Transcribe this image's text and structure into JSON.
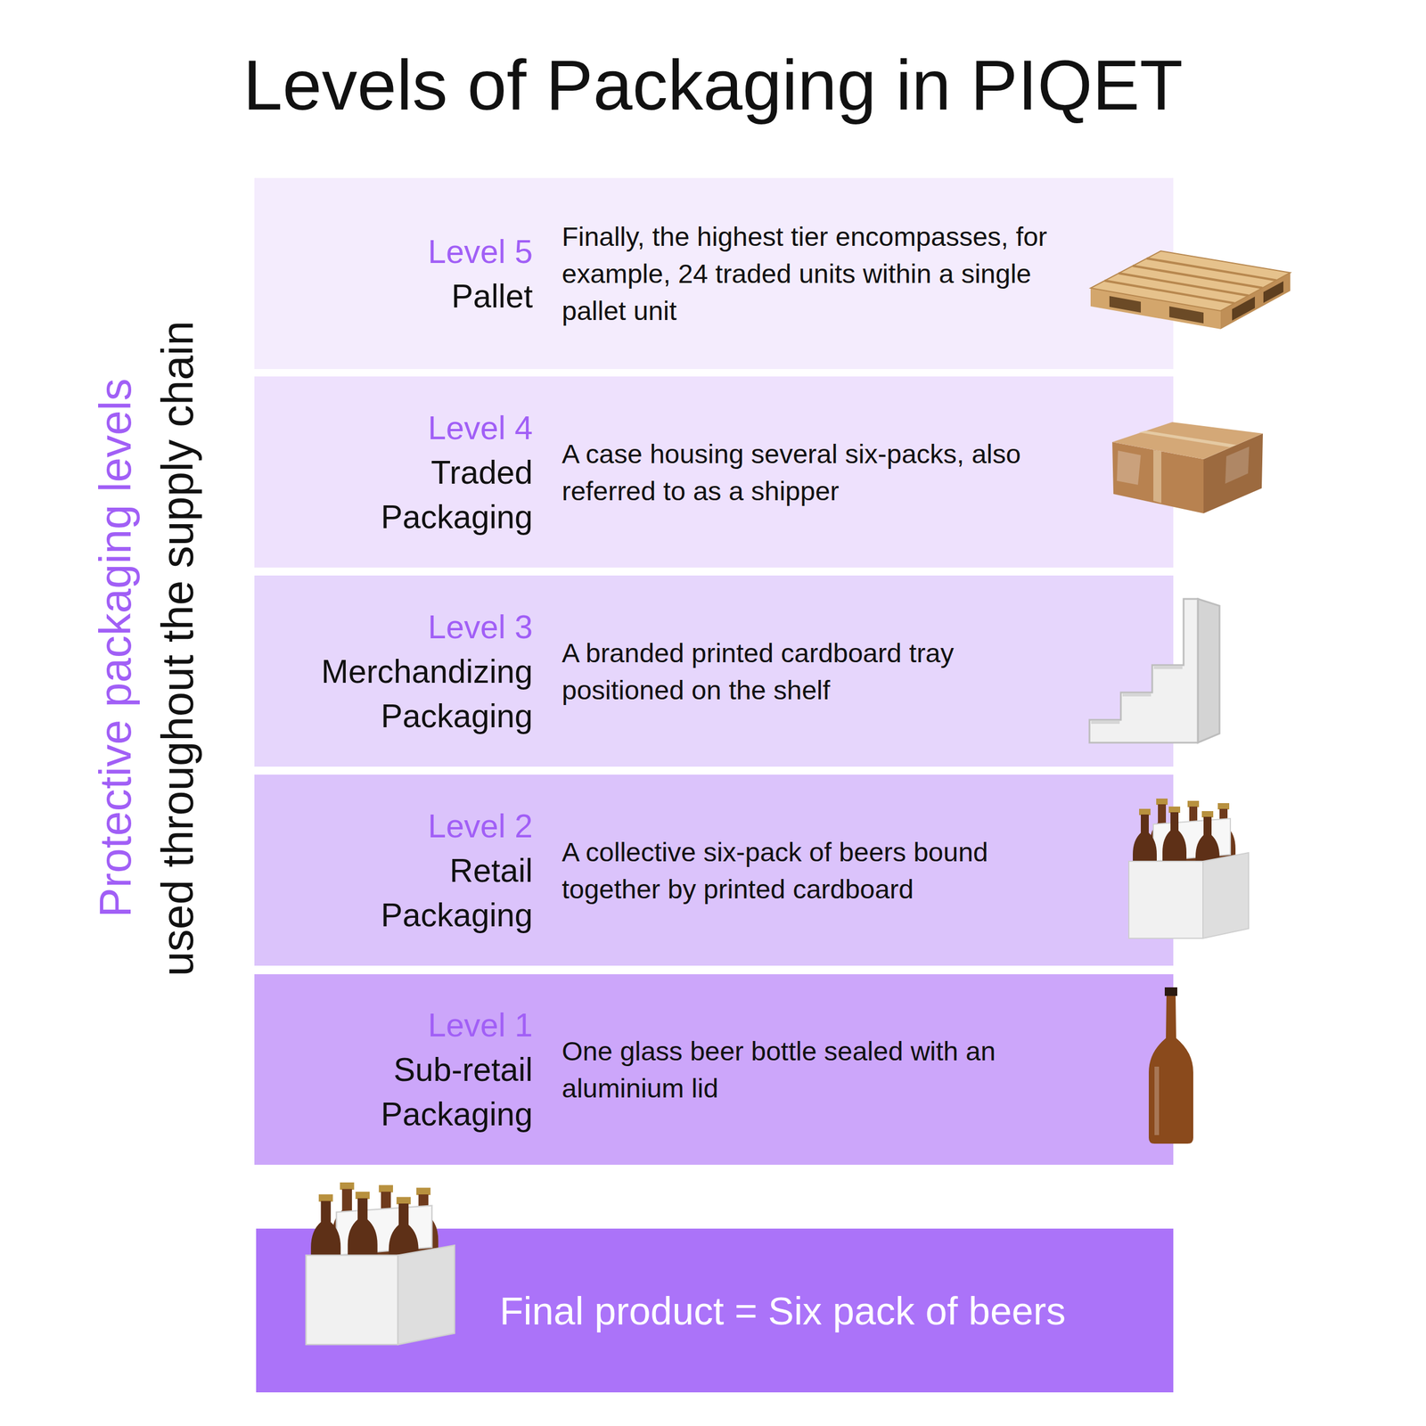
{
  "diagram": {
    "title": "Levels of Packaging in PIQET",
    "nodes": [
      {
        "text": [
          "Level 5",
          "Pallet",
          "Finally, the highest tier encompasses, for example, 24 traded units within a single pallet unit"
        ]
      },
      {
        "text": [
          "Level 4",
          "Traded Packaging",
          "A case housing several six-packs, also referred to as a shipper"
        ]
      },
      {
        "text": [
          "Level 3",
          "Merchandizing Packaging",
          "A branded printed cardboard tray positioned on the shelf"
        ]
      },
      {
        "text": [
          "Level 2",
          "Retail Packaging",
          "A collective six-pack of beers bound together by printed cardboard"
        ]
      },
      {
        "text": [
          "Level 1",
          "Sub-retail Packaging",
          "One glass beer bottle sealed with an aluminium lid"
        ]
      },
      {
        "text": [
          "Final product = Six pack of beers"
        ]
      }
    ],
    "labels": [
      "Protective packaging levels",
      "used throughout the supply chain"
    ]
  }
}
